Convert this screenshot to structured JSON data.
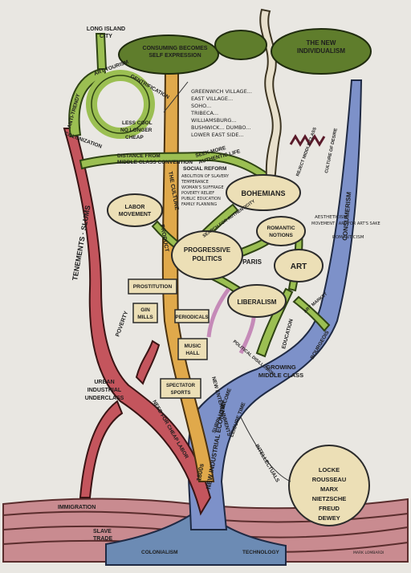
{
  "labels": {
    "long_island": "LONG ISLAND",
    "city": "CITY",
    "consuming_becomes": "CONSUMING BECOMES",
    "self_expression": "SELF EXPRESSION",
    "the_new": "THE NEW",
    "individualism": "INDIVIDUALISM",
    "art_tourism": "ART TOURISM",
    "gentrification": "GENTRIFICATION",
    "anti_trendy": "ANTI-TRENDY",
    "less_cool": "LESS COOL",
    "no_longer": "NO LONGER",
    "cheap": "CHEAP",
    "colonization": "COLONIZATION",
    "distance": "DISTANCE FROM",
    "middle_class_convention": "MIDDLE CLASS CONVENTION",
    "seek_more": "SEEK MORE",
    "authentic_life": "AUTHENTIC LIFE",
    "neighborhoods": [
      "GREENWICH VILLAGE...",
      "EAST VILLAGE...",
      "SOHO...",
      "TRIBECA...",
      "WILLIAMSBURG...",
      "BUSHWICK... DUMBO...",
      "LOWER EAST SIDE..."
    ],
    "the_culture": "THE CULTURE",
    "product": "PRODUCT",
    "social_reform": "SOCIAL REFORM",
    "reform_items": [
      "ABOLITION OF SLAVERY",
      "TEMPERANCE",
      "WOMAN'S SUFFRAGE",
      "POVERTY RELIEF",
      "PUBLIC EDUCATION",
      "FAMILY PLANNING"
    ],
    "bohemians": "BOHEMIANS",
    "labor": "LABOR",
    "movement": "MOVEMENT",
    "progressive": "PROGRESSIVE",
    "politics": "POLITICS",
    "romantic": "ROMANTIC",
    "notions": "NOTIONS",
    "art": "ART",
    "paris": "PARIS",
    "liberalism": "LIBERALISM",
    "aestheticism": "AESTHETICISM",
    "art_for_art": "MOVEMENT · ART FOR ART'S SAKE",
    "romanticism": "ROMANTICISM",
    "search_authenticity": "SEARCH FOR AUTHENTICITY",
    "prostitution": "PROSTITUTION",
    "gin": "GIN",
    "mills": "MILLS",
    "periodicals": "PERIODICALS",
    "music": "MUSIC",
    "hall": "HALL",
    "spectator": "SPECTATOR",
    "sports": "SPORTS",
    "tenements_slums": "TENEMENTS · SLUMS",
    "poverty": "POVERTY",
    "urban": "URBAN",
    "industrial": "INDUSTRIAL",
    "underclass": "UNDERCLASS",
    "need_cheap_labor": "NEED FOR CHEAP LABOR",
    "new_entertainments": "NEW ENTERTAINMENTS",
    "surplus_income": "SURPLUS INCOME",
    "leisure_time": "LEISURE TIME",
    "growing": "GROWING",
    "middle_class": "MIDDLE CLASS",
    "education": "EDUCATION",
    "bourgeois": "BOURGEOIS",
    "art_market": "ART MARKET",
    "consumerism": "CONSUMERISM",
    "culture_of_desire": "CULTURE OF DESIRE",
    "reject_middle": "REJECT MIDDLE CLASS",
    "political_disillusion": "POLITICAL DISILLUSION",
    "industrial_economy_1": "1800s",
    "industrial_economy_2": "NEW INDUSTRIAL ECONOMY",
    "intellectuals": "INTELLECTUALS",
    "thinkers": [
      "LOCKE",
      "ROUSSEAU",
      "MARX",
      "NIETZSCHE",
      "FREUD",
      "DEWEY"
    ],
    "immigration": "IMMIGRATION",
    "slave": "SLAVE",
    "trade": "TRADE",
    "colonialism": "COLONIALISM",
    "technology": "TECHNOLOGY",
    "signature": "MARK LOMBARDI"
  },
  "colors": {
    "background": "#e9e7e2",
    "blue_trunk": "#7d91c9",
    "red_branch": "#c4555d",
    "orange_branch": "#e0a94b",
    "green_branch": "#9bbf52",
    "canopy": "#5f7d2c",
    "node_fill": "#ecdfb6",
    "ground": "#c98b90"
  }
}
